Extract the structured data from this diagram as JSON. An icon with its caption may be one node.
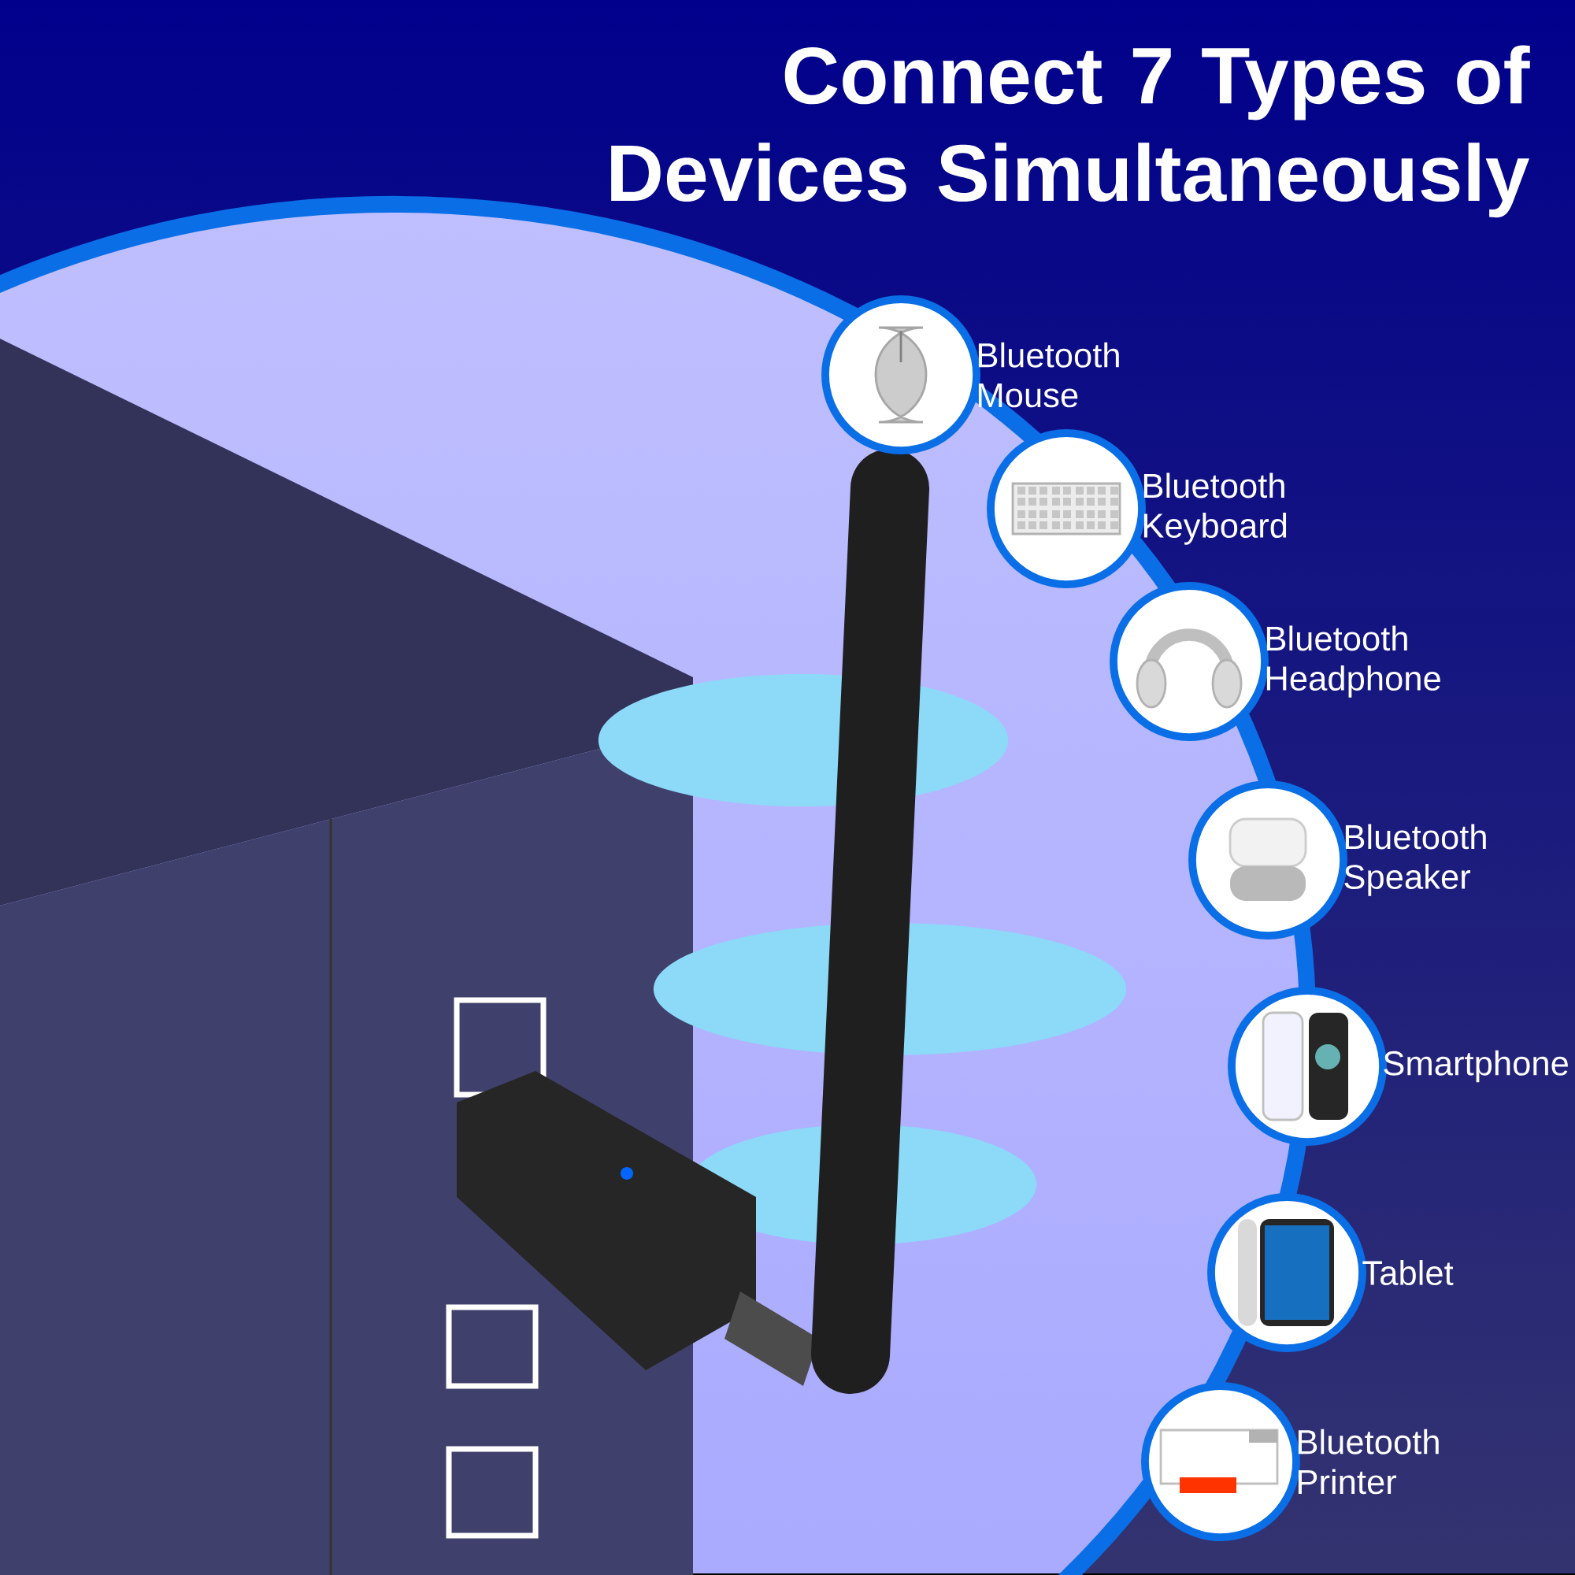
{
  "diagram": {
    "title": "Connect 7 Types of Devices Simultaneously",
    "nodes": [
      {
        "text": [
          "Bluetooth Mouse"
        ]
      },
      {
        "text": [
          "Bluetooth Keyboard"
        ]
      },
      {
        "text": [
          "Bluetooth Headphone"
        ]
      },
      {
        "text": [
          "Bluetooth Speaker"
        ]
      },
      {
        "text": [
          "Smartphone"
        ]
      },
      {
        "text": [
          "Tablet"
        ]
      },
      {
        "text": [
          "Bluetooth Printer"
        ]
      }
    ],
    "edges": []
  }
}
